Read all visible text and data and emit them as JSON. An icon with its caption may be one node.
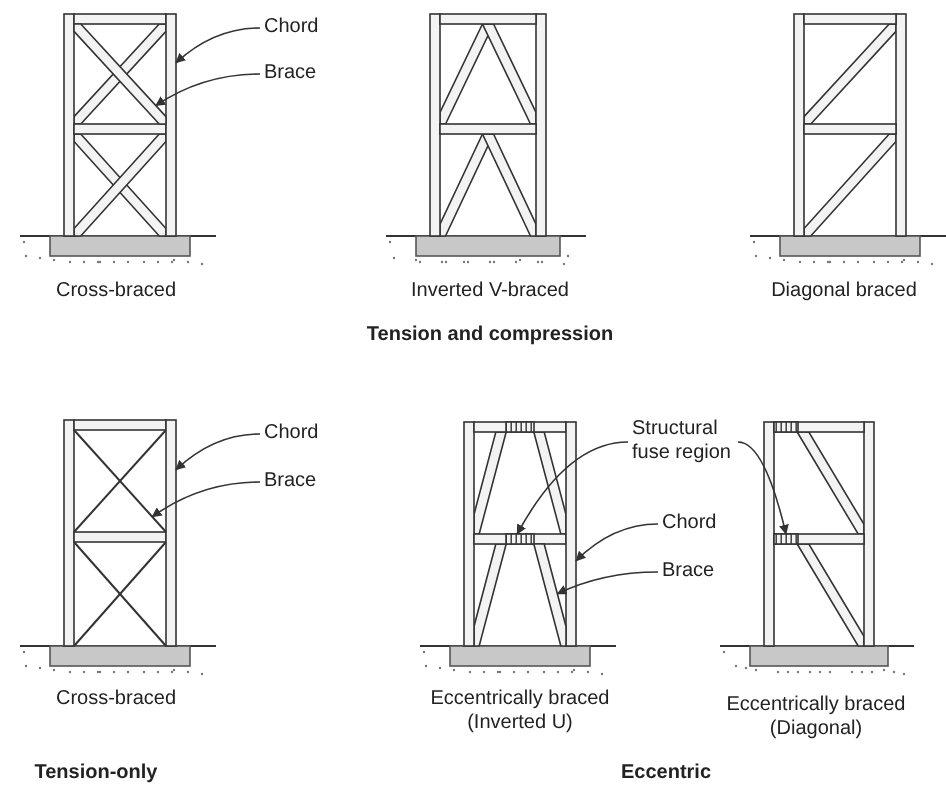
{
  "diagram": {
    "nodes": [
      {
        "text": [
          "Chord"
        ]
      },
      {
        "text": [],
        "shape": "bar"
      },
      {
        "text": [
          "Brace"
        ]
      },
      {
        "text": [],
        "shape": "bar"
      },
      {
        "text": [
          "Chord"
        ]
      },
      {
        "text": [],
        "shape": "bar"
      },
      {
        "text": [
          "Brace"
        ]
      },
      {
        "text": [],
        "shape": "line"
      },
      {
        "text": [
          "Structural fuse region"
        ]
      },
      {
        "text": [],
        "shape": "box"
      },
      {
        "text": [],
        "shape": "box"
      },
      {
        "text": [
          "Chord"
        ]
      },
      {
        "text": [],
        "shape": "bar"
      },
      {
        "text": [
          "Brace"
        ]
      },
      {
        "text": [],
        "shape": "bar"
      }
    ],
    "edges": [
      {
        "from": 0,
        "to": 1,
        "arrow": "to"
      },
      {
        "from": 2,
        "to": 3,
        "arrow": "to"
      },
      {
        "from": 4,
        "to": 5,
        "arrow": "to"
      },
      {
        "from": 6,
        "to": 7,
        "arrow": "to"
      },
      {
        "from": 8,
        "to": 9,
        "arrow": "to"
      },
      {
        "from": 8,
        "to": 10,
        "arrow": "to"
      },
      {
        "from": 11,
        "to": 12,
        "arrow": "to"
      },
      {
        "from": 13,
        "to": 14,
        "arrow": "to"
      }
    ],
    "labels": [
      "Cross-braced",
      "Inverted V-braced",
      "Diagonal braced",
      "Tension and compression",
      "Cross-braced",
      "Eccentrically braced (Inverted U)",
      "Eccentrically braced (Diagonal)",
      "Tension-only",
      "Eccentric"
    ]
  }
}
